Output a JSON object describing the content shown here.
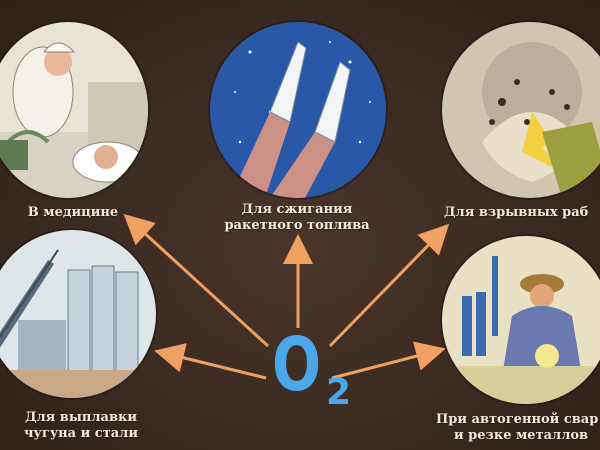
{
  "panels": [
    {
      "key": "medicine",
      "caption": "В медицине"
    },
    {
      "key": "rocket",
      "caption_lines": [
        "Для сжигания",
        "ракетного топлива"
      ]
    },
    {
      "key": "blasting",
      "caption": "Для взрывных раб"
    },
    {
      "key": "smelting",
      "caption_lines": [
        "Для выплавки",
        "чугуна и стали"
      ]
    },
    {
      "key": "welding",
      "caption_lines": [
        "При автогенной свар",
        "и резке металлов"
      ]
    }
  ],
  "formula": {
    "symbol": "O",
    "subscript": "2"
  },
  "colors": {
    "background": "#3a2a22",
    "arrow": "#f0a060",
    "formula": "#4aa8e8",
    "caption": "#f3ead8"
  }
}
